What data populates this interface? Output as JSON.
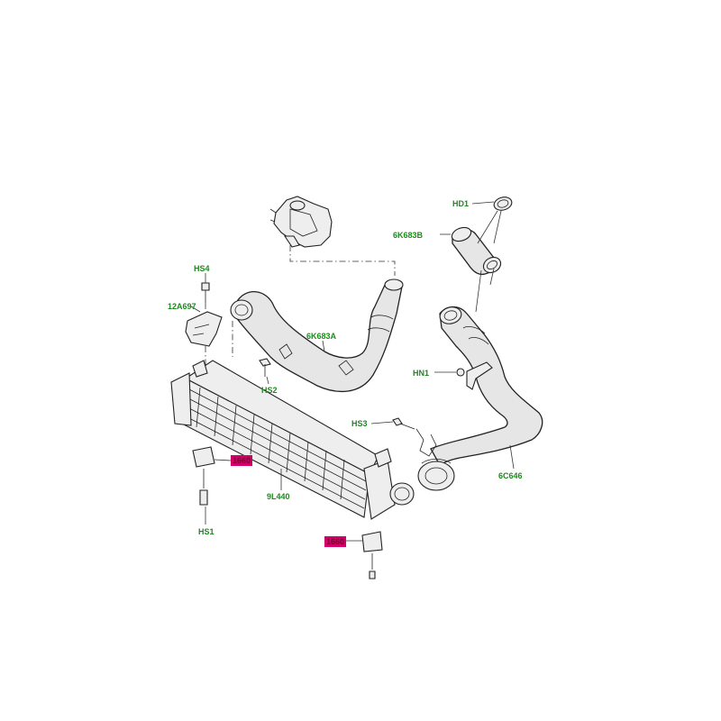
{
  "labels": {
    "hd1": "HD1",
    "k6683b": "6K683B",
    "hs4": "HS4",
    "a12697": "12A697",
    "k6683a": "6K683A",
    "hn1": "HN1",
    "hs2": "HS2",
    "hs3": "HS3",
    "c6646": "6C646",
    "l9440": "9L440",
    "hs1": "HS1",
    "hl1": "1660",
    "hl2": "1660"
  },
  "colors": {
    "label_green": "#1c8a1c",
    "highlight_fill": "#d4006a",
    "line": "#222222"
  },
  "icons": [
    "throttle-body-icon",
    "bolt-icon",
    "clamp-icon",
    "bracket-icon",
    "mount-icon"
  ]
}
